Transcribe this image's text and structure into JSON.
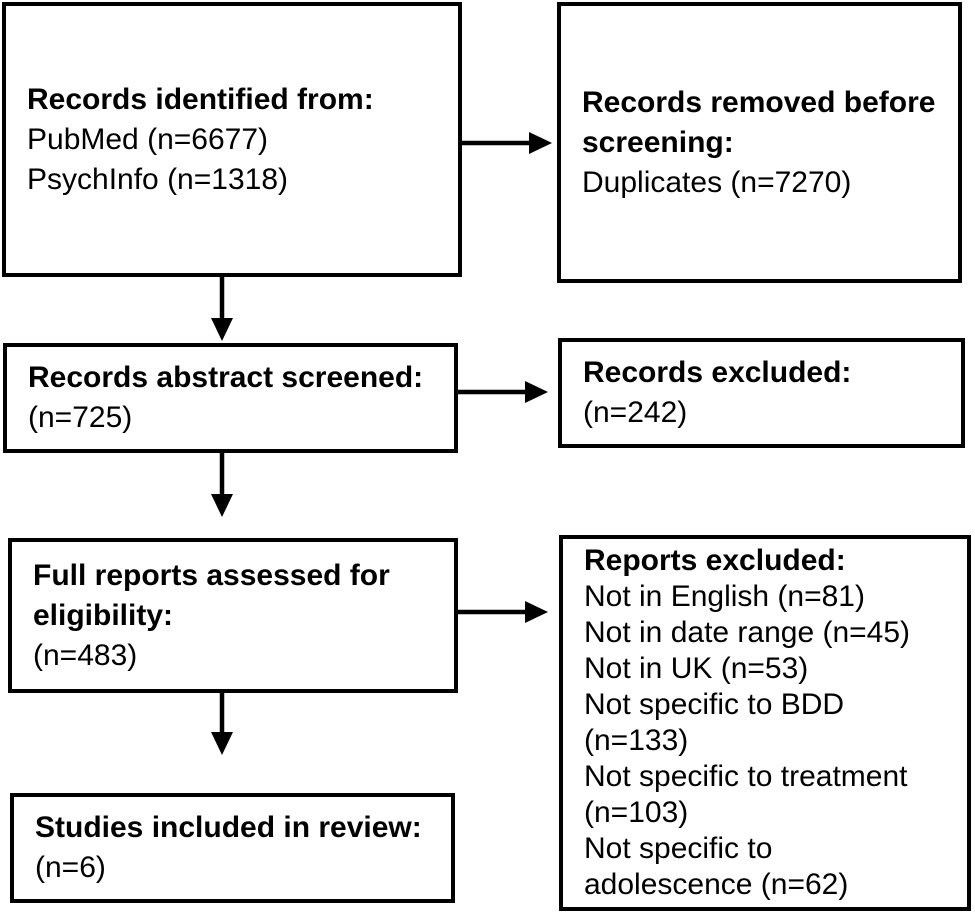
{
  "diagram": {
    "background_color": "#ffffff",
    "box_border_color": "#000000",
    "text_color": "#000000",
    "arrow_color": "#000000",
    "boxes": {
      "identification": {
        "title_lines": [
          "Records identified from:"
        ],
        "body_lines": [
          "PubMed (n=6677)",
          "PsychInfo (n=1318)"
        ]
      },
      "removed_before_screening": {
        "title_lines": [
          "Records removed before",
          "screening:"
        ],
        "body_lines": [
          "Duplicates (n=7270)"
        ]
      },
      "abstract_screened": {
        "title_lines": [
          "Records abstract screened:"
        ],
        "body_lines": [
          "(n=725)"
        ]
      },
      "records_excluded": {
        "title_lines": [
          "Records excluded:"
        ],
        "body_lines": [
          "(n=242)"
        ]
      },
      "full_reports_assessed": {
        "title_lines": [
          "Full reports assessed for",
          "eligibility:"
        ],
        "body_lines": [
          "(n=483)"
        ]
      },
      "reports_excluded": {
        "title_lines": [
          "Reports excluded:"
        ],
        "body_lines": [
          "Not in English (n=81)",
          "Not in date range (n=45)",
          "Not in UK (n=53)",
          "Not specific to BDD",
          "(n=133)",
          "Not specific to treatment",
          "(n=103)",
          "Not specific to",
          "adolescence (n=62)"
        ]
      },
      "studies_included": {
        "title_lines": [
          "Studies included in review:"
        ],
        "body_lines": [
          "(n=6)"
        ]
      }
    }
  }
}
